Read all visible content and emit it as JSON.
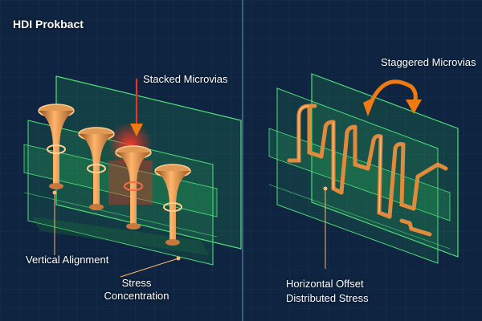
{
  "header": {
    "title": "HDI Prokbact"
  },
  "left_panel": {
    "stacked_label": "Stacked Microvias",
    "alignment_label": "Vertical Alignment",
    "stress_label_line1": "Stress",
    "stress_label_line2": "Concentration"
  },
  "right_panel": {
    "staggered_label": "Staggered Microvias",
    "offset_label": "Horizontal Offset",
    "distributed_label": "Distributed Stress"
  },
  "colors": {
    "background": "#0e2440",
    "layer_green": "#2fbf5a",
    "copper": "#d9833c",
    "stress_red": "#ff2a1a",
    "arrow_orange": "#f07a12"
  }
}
